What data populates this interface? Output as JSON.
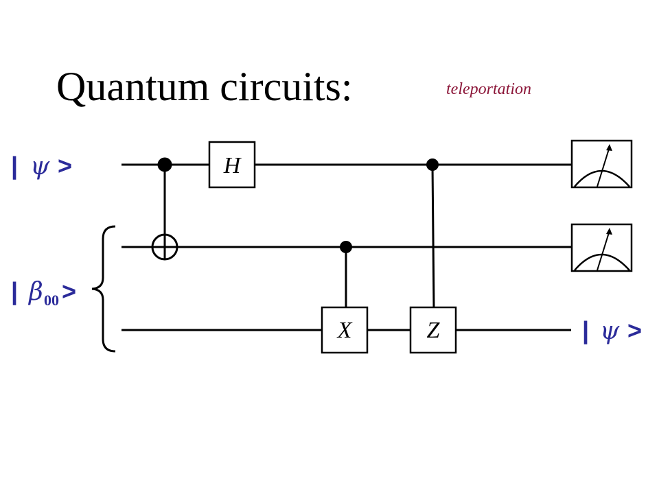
{
  "title": "Quantum circuits:",
  "subtitle": "teleportation",
  "colors": {
    "ket": "#2b2b9a",
    "subtitle": "#8b1538",
    "wire": "#000000"
  },
  "inputs": {
    "psi": {
      "open": "|",
      "symbol": "ψ",
      "close": ">"
    },
    "beta": {
      "open": "|",
      "symbol": "β",
      "subscript": "00",
      "close": ">"
    }
  },
  "output": {
    "open": "|",
    "symbol": "ψ",
    "close": ">"
  },
  "gates": {
    "h": "H",
    "x": "X",
    "z": "Z"
  },
  "meters": [
    "meter-qubit-1",
    "meter-qubit-2"
  ]
}
